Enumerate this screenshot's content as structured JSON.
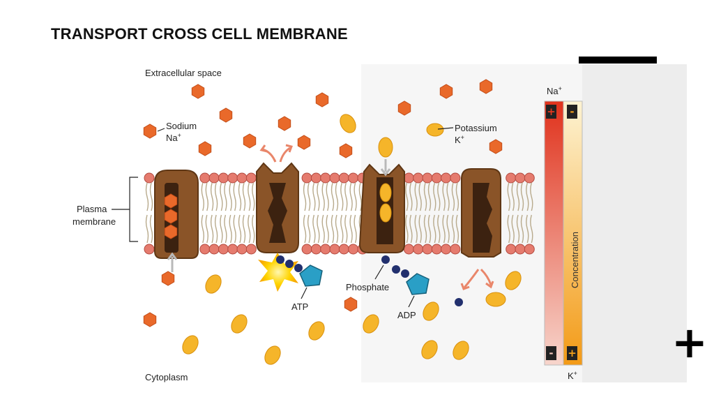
{
  "slide": {
    "title": "TRANSPORT CROSS CELL MEMBRANE",
    "plus_symbol": "+"
  },
  "diagram": {
    "labels": {
      "extracellular": "Extracellular space",
      "sodium_name": "Sodium",
      "sodium_symbol": "Na",
      "potassium_name": "Potassium",
      "potassium_symbol": "K",
      "ion_charge": "+",
      "plasma_line1": "Plasma",
      "plasma_line2": "membrane",
      "atp": "ATP",
      "adp": "ADP",
      "phosphate": "Phosphate",
      "cytoplasm": "Cytoplasm"
    },
    "gradient": {
      "top_label_symbol": "Na",
      "bottom_label_symbol": "K",
      "charge": "+",
      "axis_label": "Concentration",
      "top_left_sign": "+",
      "top_right_sign": "-",
      "bottom_left_sign": "-",
      "bottom_right_sign": "+"
    },
    "colors": {
      "sodium": "#e9692a",
      "potassium": "#f5b52a",
      "protein": "#7a4a22",
      "phospholipid_head": "#e57b6e",
      "atp_group": "#2a9fc6",
      "phosphate": "#22306e",
      "gradient_na_top": "#e53a1f",
      "gradient_k_bottom": "#f3a01a"
    }
  }
}
